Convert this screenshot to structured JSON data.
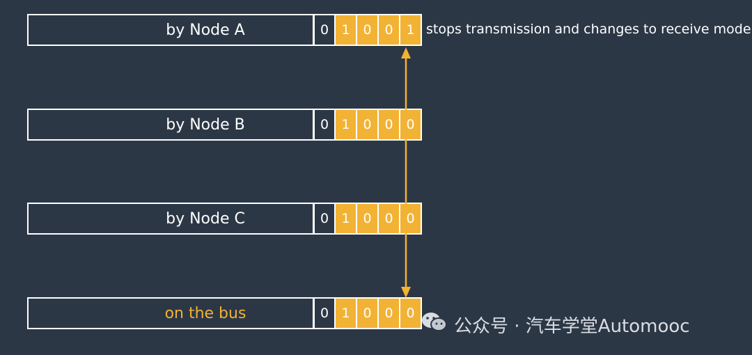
{
  "rows": [
    {
      "label": "by Node A",
      "bits": [
        "0",
        "1",
        "0",
        "0",
        "1"
      ]
    },
    {
      "label": "by Node B",
      "bits": [
        "0",
        "1",
        "0",
        "0",
        "0"
      ]
    },
    {
      "label": "by Node C",
      "bits": [
        "0",
        "1",
        "0",
        "0",
        "0"
      ]
    },
    {
      "label": "on the bus",
      "bits": [
        "0",
        "1",
        "0",
        "0",
        "0"
      ]
    }
  ],
  "note": "stops transmission and changes to receive mode",
  "watermark": "公众号 · 汽车学堂Automooc",
  "colors": {
    "background": "#2c3746",
    "accent": "#f2b234",
    "line": "#ffffff"
  },
  "icons": {
    "watermark": "wechat-icon"
  }
}
